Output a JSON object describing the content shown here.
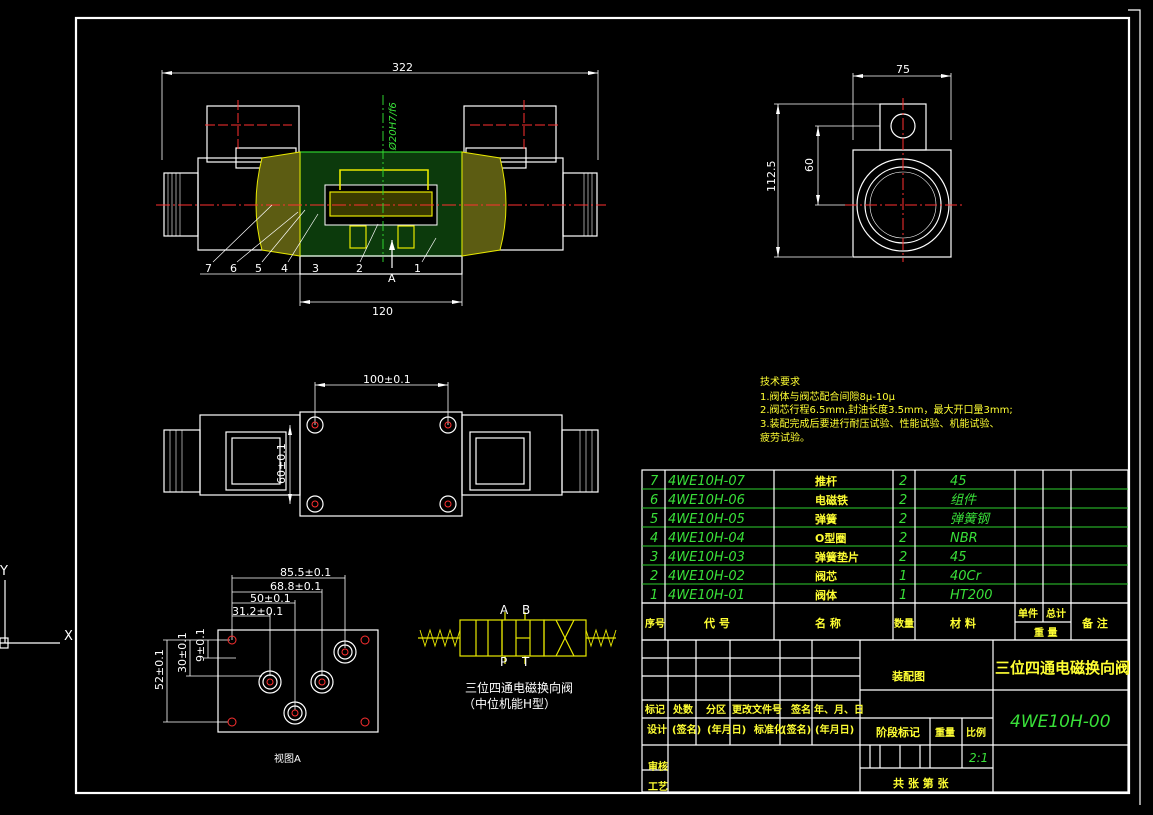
{
  "dimensions": {
    "d322": "322",
    "d120": "120",
    "fit": "Ø20H7/f6",
    "view_a_arrow": "A",
    "d75": "75",
    "d1125": "112.5",
    "d60": "60",
    "d100": "100±0.1",
    "d60b": "60±0.1",
    "d855": "85.5±0.1",
    "d688": "68.8±0.1",
    "d50": "50±0.1",
    "d312": "31.2±0.1",
    "d52": "52±0.1",
    "d30": "30±0.1",
    "d9": "9±0.1"
  },
  "leaders": [
    "7",
    "6",
    "5",
    "4",
    "3",
    "2",
    "1"
  ],
  "view_a_label": "视图A",
  "symbol": {
    "a": "A",
    "b": "B",
    "p": "P",
    "t": "T",
    "caption1": "三位四通电磁换向阀",
    "caption2": "（中位机能H型）"
  },
  "axis": {
    "y": "Y",
    "x": "X"
  },
  "tech": {
    "title": "技术要求",
    "line1": "1.阀体与阀芯配合间隙8μ-10μ",
    "line2": "2.阀芯行程6.5mm,封油长度3.5mm，最大开口量3mm;",
    "line3": "3.装配完成后要进行耐压试验、性能试验、机能试验、",
    "line4": "疲劳试验。"
  },
  "bom": [
    {
      "no": "7",
      "code": "4WE10H-07",
      "name": "推杆",
      "qty": "2",
      "mat": "45"
    },
    {
      "no": "6",
      "code": "4WE10H-06",
      "name": "电磁铁",
      "qty": "2",
      "mat": "组件"
    },
    {
      "no": "5",
      "code": "4WE10H-05",
      "name": "弹簧",
      "qty": "2",
      "mat": "弹簧钢"
    },
    {
      "no": "4",
      "code": "4WE10H-04",
      "name": "O型圈",
      "qty": "2",
      "mat": "NBR"
    },
    {
      "no": "3",
      "code": "4WE10H-03",
      "name": "弹簧垫片",
      "qty": "2",
      "mat": "45"
    },
    {
      "no": "2",
      "code": "4WE10H-02",
      "name": "阀芯",
      "qty": "1",
      "mat": "40Cr"
    },
    {
      "no": "1",
      "code": "4WE10H-01",
      "name": "阀体",
      "qty": "1",
      "mat": "HT200"
    }
  ],
  "header": {
    "no": "序号",
    "code": "代 号",
    "name": "名 称",
    "qty": "数量",
    "mat": "材 料",
    "unit": "单件",
    "total": "总计",
    "weight": "重 量",
    "remark": "备 注"
  },
  "title_block": {
    "assembly": "装配图",
    "title": "三位四通电磁换向阀",
    "drawing_no": "4WE10H-00",
    "mark": "标记",
    "count": "处数",
    "zone": "分区",
    "change_no": "更改文件号",
    "sign": "签名",
    "date": "年、月、日",
    "design": "设计",
    "sign2": "(签名)",
    "date2": "(年月日)",
    "standard": "标准化",
    "sign3": "(签名)",
    "date3": "(年月日)",
    "stage": "阶段标记",
    "mass": "重量",
    "scale_label": "比例",
    "scale": "2:1",
    "review": "审核",
    "process": "工艺",
    "sheets": "共 张 第 张"
  },
  "colors": {
    "bg": "#000000",
    "line": "#ffffff",
    "section": "#2ed12e",
    "center": "#ff3030",
    "text": "#ffff33",
    "table": "#39e039"
  }
}
